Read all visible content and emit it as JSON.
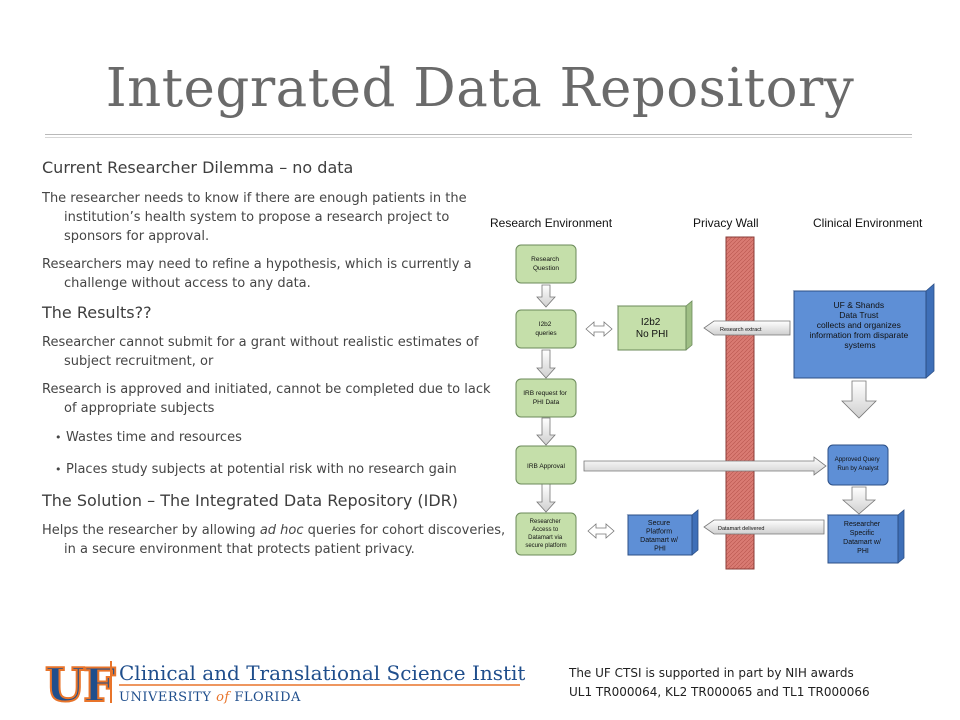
{
  "title": "Integrated Data Repository",
  "sections": {
    "dilemma_heading": "Current Researcher Dilemma – no data",
    "dilemma_p1": "The researcher  needs to know if there are enough patients in the institution’s health system to propose a research project  to sponsors for approval.",
    "dilemma_p2": "Researchers may need to refine a hypothesis, which is currently a challenge without access to any data.",
    "results_heading": "The Results??",
    "results_p1": "Researcher cannot submit for a grant without realistic estimates of subject recruitment, or",
    "results_p2": "Research is approved and initiated, cannot be completed due to lack of appropriate subjects",
    "bullet1": "Wastes time and resources",
    "bullet2": "Places study subjects at potential risk with no research gain",
    "solution_heading": "The Solution – The Integrated Data Repository (IDR)",
    "solution_pre": "Helps the researcher by allowing ",
    "solution_em": "ad hoc",
    "solution_post": " queries for cohort discoveries, in a secure environment that protects patient privacy."
  },
  "diagram": {
    "research_env": "Research Environment",
    "privacy_wall": "Privacy Wall",
    "clinical_env": "Clinical Environment",
    "box_research_question": [
      "Research",
      "Question"
    ],
    "box_i2b2_queries": [
      "I2b2",
      "queries"
    ],
    "box_irb_request": [
      "IRB request for",
      "PHI Data"
    ],
    "box_irb_approval": [
      "IRB Approval"
    ],
    "box_researcher_access": [
      "Researcher",
      "Access to",
      "Datamart via",
      "secure platform"
    ],
    "box_i2b2_nophi": [
      "I2b2",
      "No PHI"
    ],
    "box_secure_platform": [
      "Secure",
      "Platform",
      "Datamart w/",
      "PHI"
    ],
    "box_uf_shands": [
      "UF & Shands",
      "Data Trust",
      "collects and organizes",
      "information from disparate",
      "systems"
    ],
    "box_approved_query": [
      "Approved Query",
      "Run by Analyst"
    ],
    "box_researcher_specific": [
      "Researcher",
      "Specific",
      "Datamart w/",
      "PHI"
    ],
    "label_research_extract": "Research extract",
    "label_datamart_delivered": "Datamart delivered"
  },
  "footer": {
    "logo_uf": "UF",
    "logo_line1": "Clinical and Translational Science Institute",
    "logo_line2_a": "UNIVERSITY ",
    "logo_line2_of": "of",
    "logo_line2_b": " FLORIDA",
    "note_line1": "The UF CTSI is supported in part by NIH awards",
    "note_line2": "UL1 TR000064, KL2 TR000065 and TL1 TR000066"
  },
  "colors": {
    "title": "#6a6a6a",
    "green_box": "#c5dfaa",
    "green_border": "#6b8a5a",
    "blue_box": "#5e8fd6",
    "privacy_wall": "#d97a72",
    "uf_orange": "#e8742a",
    "uf_blue": "#1f4e8c"
  }
}
